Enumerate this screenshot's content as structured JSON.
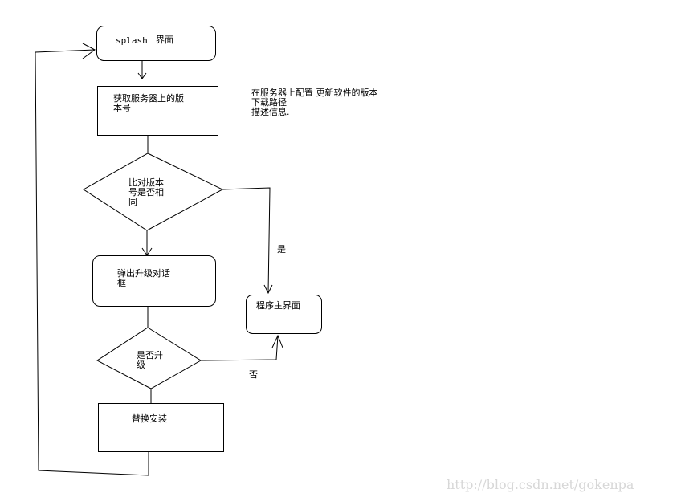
{
  "nodes": {
    "splash": {
      "label_en": "splash",
      "label_cn": "界面"
    },
    "get_version": {
      "line1": "获取服务器上的版",
      "line2": "本号"
    },
    "compare": {
      "line1": "比对版本",
      "line2": "号是否相",
      "line3": "同"
    },
    "popup": {
      "line1": "弹出升级对话",
      "line2": "框"
    },
    "upgrade_q": {
      "line1": "是否升",
      "line2": "级"
    },
    "replace": {
      "label": "替换安装"
    },
    "main": {
      "label": "程序主界面"
    }
  },
  "annotation": {
    "line1": "在服务器上配置 更新软件的版本",
    "line2": "下载路径",
    "line3": "描述信息."
  },
  "edge_labels": {
    "yes": "是",
    "no": "否"
  },
  "watermark": "http://blog.csdn.net/gokenpa",
  "colors": {
    "stroke": "#000000",
    "background": "#ffffff",
    "watermark": "#d7d7d7"
  }
}
